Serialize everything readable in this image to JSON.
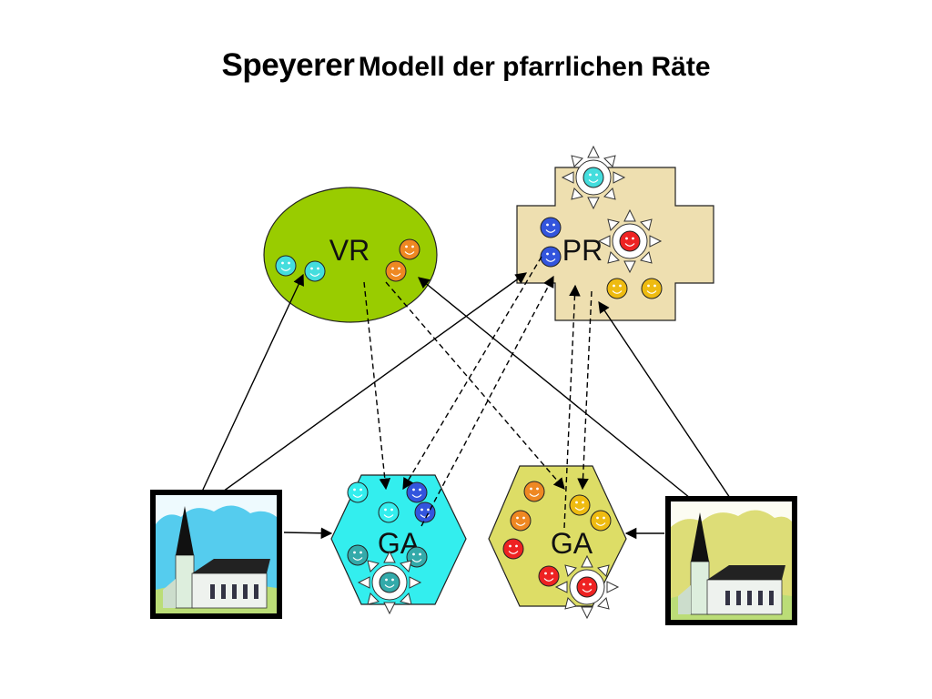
{
  "title": {
    "part1": "Speyerer",
    "part2": "Modell der pfarrlichen Räte"
  },
  "nodes": {
    "vr": {
      "label": "VR"
    },
    "pr": {
      "label": "PR"
    },
    "ga_left": {
      "label": "GA"
    },
    "ga_right": {
      "label": "GA"
    }
  },
  "colors": {
    "vr_fill": "#99cc00",
    "pr_fill": "#eedfb0",
    "ga_left_fill": "#33eeee",
    "ga_right_fill": "#dddd66",
    "smiley_cyan": "#44dddd",
    "smiley_orange": "#ee8822",
    "smiley_yellow": "#eebb11",
    "smiley_blue": "#3355dd",
    "smiley_red": "#ee2222",
    "smiley_teal": "#33aaaa"
  },
  "icons": [
    "church-icon",
    "smiley-icon",
    "sun-icon"
  ]
}
